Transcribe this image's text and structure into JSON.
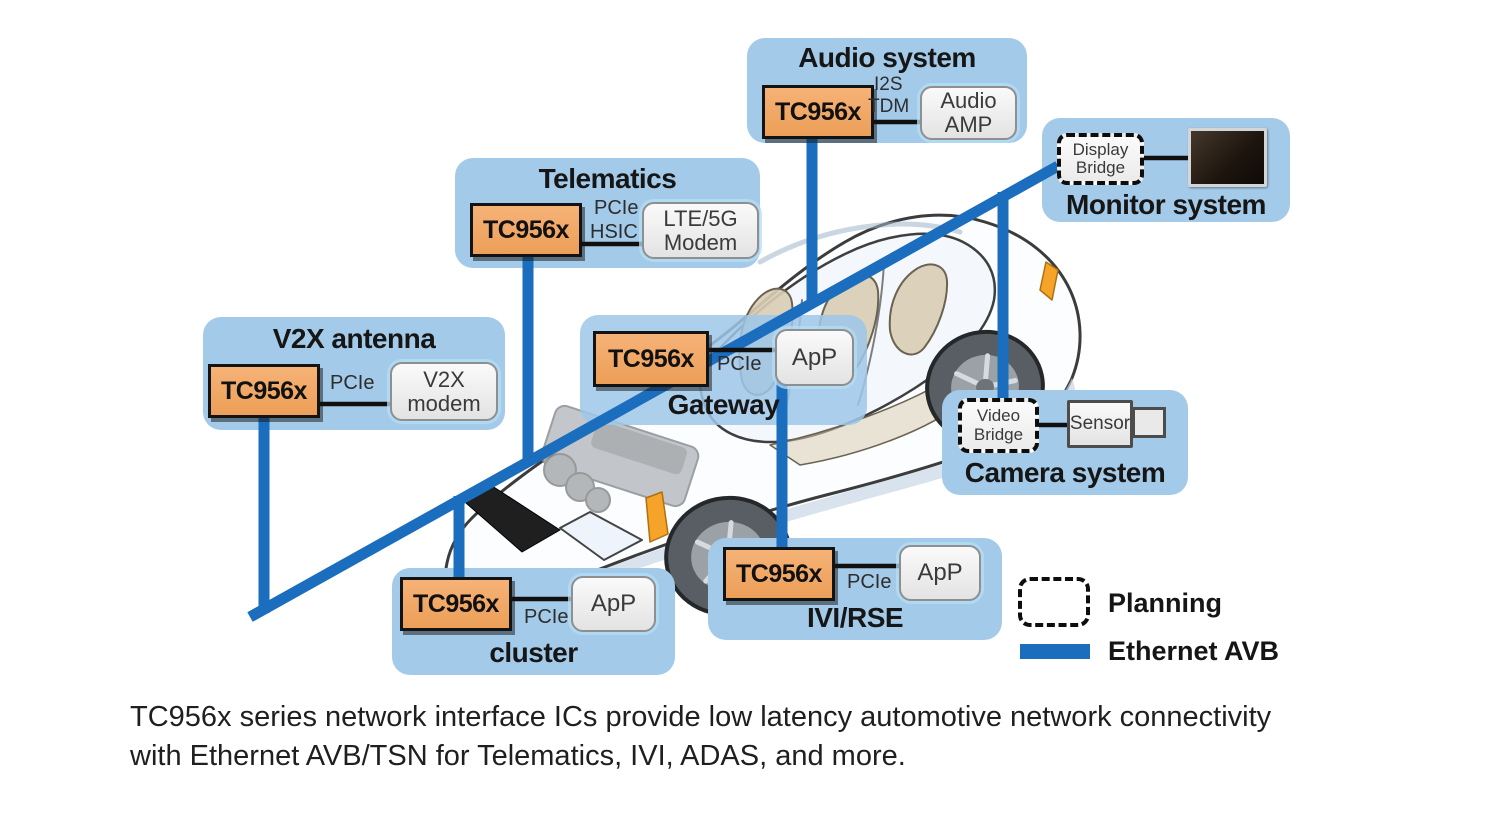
{
  "diagram": {
    "caption": {
      "line1": "TC956x series network interface ICs provide low latency automotive network connectivity",
      "line2": "with Ethernet AVB/TSN for Telematics, IVI, ADAS, and more."
    },
    "legend": {
      "planning_label": "Planning",
      "avb_label": "Ethernet AVB"
    },
    "systems": {
      "audio": {
        "title": "Audio system",
        "chip": "TC956x",
        "bus_top": "I2S",
        "bus_bottom": "TDM",
        "device_line1": "Audio",
        "device_line2": "AMP"
      },
      "monitor": {
        "title": "Monitor system",
        "bridge_line1": "Display",
        "bridge_line2": "Bridge"
      },
      "telematics": {
        "title": "Telematics",
        "chip": "TC956x",
        "bus_top": "PCIe",
        "bus_bottom": "HSIC",
        "device_line1": "LTE/5G",
        "device_line2": "Modem"
      },
      "v2x": {
        "title": "V2X antenna",
        "chip": "TC956x",
        "bus": "PCIe",
        "device_line1": "V2X",
        "device_line2": "modem"
      },
      "gateway": {
        "title": "Gateway",
        "chip": "TC956x",
        "bus": "PCIe",
        "device": "ApP"
      },
      "camera": {
        "title": "Camera system",
        "bridge_line1": "Video",
        "bridge_line2": "Bridge",
        "device": "Sensor"
      },
      "cluster": {
        "title": "cluster",
        "chip": "TC956x",
        "bus": "PCIe",
        "device": "ApP"
      },
      "ivi": {
        "title": "IVI/RSE",
        "chip": "TC956x",
        "bus": "PCIe",
        "device": "ApP"
      }
    },
    "colors": {
      "panel_blue": "#a4cae9",
      "chip_orange": "#f2a766",
      "avb_line_blue": "#1b6ebe"
    }
  }
}
